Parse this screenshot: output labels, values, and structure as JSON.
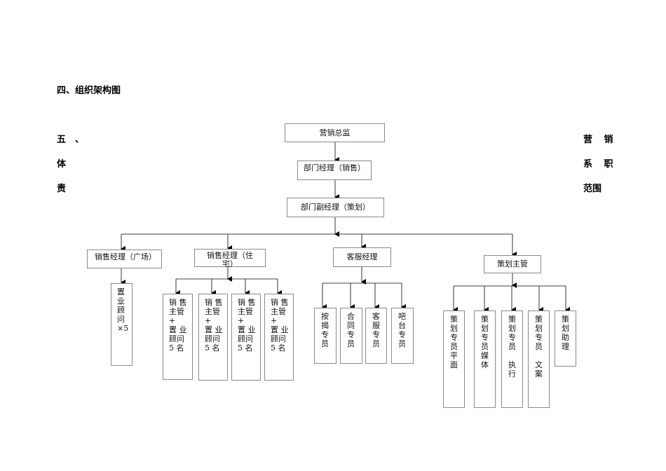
{
  "section4_title": "四、组织架构图",
  "section5": {
    "left": "五　、",
    "left2": "体",
    "left3": "责",
    "right": "营 销",
    "right2": "系 职",
    "right3": "范围"
  },
  "org": {
    "director": "营销总监",
    "dept_manager": "部门经理（销售）",
    "deputy_manager": "部门副经理（策划）",
    "sales_mgr_square": "销售经理（广场）",
    "sales_mgr_residential": "销售经理（住宅）",
    "cs_manager": "客服经理",
    "planning_supervisor": "策划主管",
    "consultant_square": "置\n业\n顾\n问\n×5",
    "team1": "销 售\n主管\n+\n置 业\n顾问\n5 名",
    "team2": "销 售\n主管\n+\n置 业\n顾问\n5 名",
    "team3": "销 售\n主管\n+\n置 业\n顾问\n5 名",
    "team4": "销 售\n主管\n+\n置 业\n顾问\n5 名",
    "cs1": "按\n揭\n专\n员",
    "cs2": "合\n同\n专\n员",
    "cs3": "客\n服\n专\n员",
    "cs4": "吧\n台\n专\n员",
    "plan1": "策\n划\n专\n员\n平\n面",
    "plan2": "策\n划\n专\n员\n媒\n体",
    "plan3": "策\n划\n专\n员\n\n执\n行",
    "plan4": "策\n划\n专\n员\n\n文\n案",
    "plan5": "策\n划\n助\n理"
  }
}
